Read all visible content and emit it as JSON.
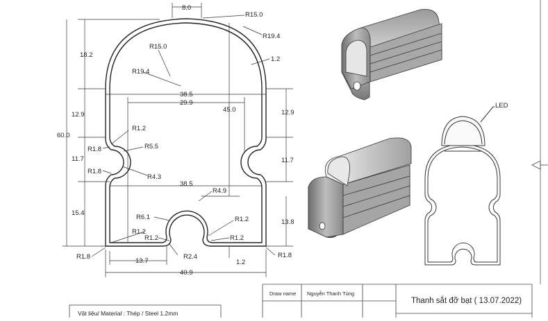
{
  "dimensions": {
    "top_width": "8.0",
    "r_top_outer": "R15.0",
    "r_top_outer2": "R19.4",
    "thickness_top": "1.2",
    "r_inner_top": "R15.0",
    "r_inner_top2": "R19.4",
    "height_top": "18.2",
    "width_upper": "38.5",
    "width_inner": "29.9",
    "height_total_inner": "45.0",
    "height_left_upper": "12.9",
    "height_right_upper": "12.9",
    "height_total": "60.0",
    "r_notch_top": "R1.2",
    "r_notch_a": "R1.8",
    "r_notch_mid": "R5.5",
    "height_notch_left": "11.7",
    "height_notch_right": "11.7",
    "r_notch_b": "R1.8",
    "r_notch_low": "R4.3",
    "width_lower": "38.5",
    "r_slot": "R4.9",
    "height_bottom_left": "15.4",
    "r_slot_inner": "R6.1",
    "r_slot_right": "R1.2",
    "height_bottom_right": "13.8",
    "r_bottom_left_a": "R1.2",
    "r_bottom_left_b": "R1.2",
    "r_bottom_right": "R1.2",
    "r_corner_left": "R1.8",
    "r_slot_low": "R2.4",
    "r_corner_right": "R1.8",
    "width_bottom_left": "13.7",
    "thickness_bottom": "1.2",
    "width_bottom": "40.9"
  },
  "led_label": "LED",
  "title_block": {
    "draw_name_label": "Draw name",
    "author": "Nguyễn Thanh Tùng",
    "title": "Thanh sắt đỡ bạt ( 13.07.2022)"
  },
  "material": "Vật liệu/ Material : Thép / Steel 1.2mm"
}
